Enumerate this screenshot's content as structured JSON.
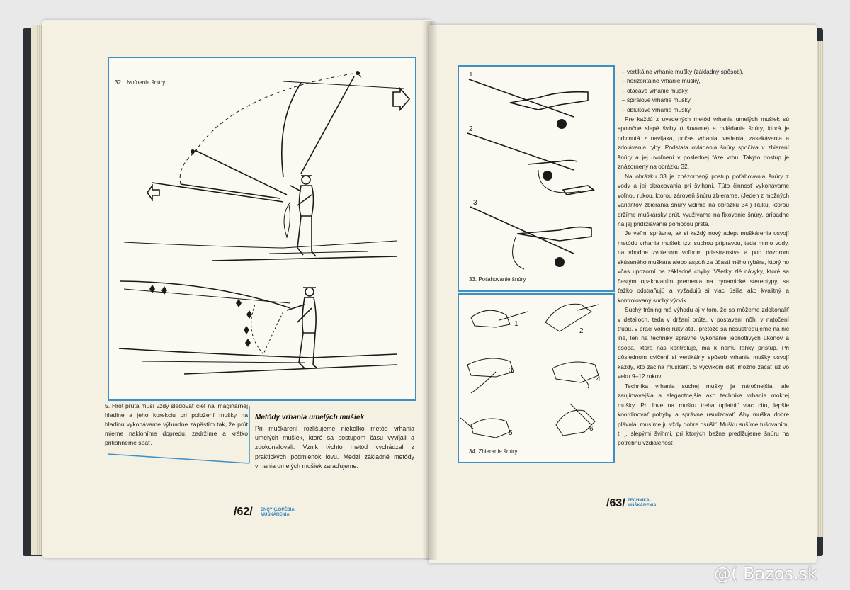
{
  "left_page": {
    "figure_32_label": "32. Uvoľnenie šnúry",
    "caption_5": "5. Hrot prúta musí vždy sledovať cieľ na imaginárnej hladine a jeho korekciu pri položení mušky na hladinu vykonávame výhradne zápästím tak, že prút mierne nakloníme dopredu, zadržíme a krátko pritiahneme späť.",
    "section_title": "Metódy vrhania umelých mušiek",
    "section_body": "Pri muškárení rozlišujeme niekoľko metód vrhania umelých mušiek, ktoré sa postupom času vyvíjali a zdokonaľovali. Vznik týchto metód vychádzal z praktických podmienok lovu. Medzi základné metódy vrhania umelých mušiek zaraďujeme:",
    "folio_number": "/62/",
    "folio_title_1": "ENCYKLOPÉDIA",
    "folio_title_2": "MUŠKÁRENIA"
  },
  "right_page": {
    "figure_33_label": "33. Poťahovanie šnúry",
    "figure_33_steps": [
      "1",
      "2",
      "3"
    ],
    "figure_34_label": "34. Zbieranie šnúry",
    "figure_34_steps": [
      "1",
      "2",
      "3",
      "4",
      "5",
      "6"
    ],
    "list": [
      "– vertikálne vrhanie mušky (základný spôsob),",
      "– horizontálne vrhanie mušky,",
      "– otáčavé vrhanie mušky,",
      "– špirálové vrhanie mušky,",
      "– oblúkové vrhanie mušky."
    ],
    "paragraphs": [
      "Pre každú z uvedených metód vrhania umelých mušiek sú spoločné slepé švihy (tušovanie) a ovládanie šnúry, ktorá je odvinutá z navijaka, počas vrhania, vedenia, zasekávania a zdolávania ryby. Podstata ovládania šnúry spočíva v zbieraní šnúry a jej uvoľnení v poslednej fáze vrhu. Takýto postup je znázornený na obrázku 32.",
      "Na obrázku 33 je znázornený postup poťahovania šnúry z vody a jej skracovania pri švihaní. Túto činnosť vykonávame voľnou rukou, ktorou zároveň šnúru zbierame. (Jeden z možných variantov zbierania šnúry vidíme na obrázku 34.) Ruku, ktorou držíme muškársky prút, využívame na fixovanie šnúry, prípadne na jej pridržiavanie pomocou prsta.",
      "Je veľmi správne, ak si každý nový adept muškárenia osvojí metódu vrhania mušiek tzv. suchou prípravou, teda mimo vody, na vhodne zvolenom voľnom priestranstve a pod dozorom skúseného muškára alebo aspoň za účasti iného rybára, ktorý ho včas upozorní na základné chyby. Všetky zlé návyky, ktoré sa častým opakovaním premenia na dynamické stereotypy, sa ťažko odstraňujú a vyžadujú si viac úsilia ako kvalitný a kontrolovaný suchý výcvik.",
      "Suchý tréning má výhodu aj v tom, že sa môžeme zdokonaliť v detailoch, teda v držaní prúta, v postavení nôh, v natočení trupu, v práci voľnej ruky atď., pretože sa nesústreďujeme na nič iné, len na techniky správne vykonanie jednotlivých úkonov a osoba, ktorá nás kontroluje, má k nemu ľahký prístup. Pri dôslednom cvičení si vertikálny spôsob vrhania mušky osvojí každý, kto začína muškáriť. S výcvikom detí možno začať už vo veku 9–12 rokov.",
      "Technika vrhania suchej mušky je náročnejšia, ale zaujímavejšia a elegantnejšia ako technika vrhania mokrej mušky. Pri love na mušku treba uplatniť viac citu, lepšie koordinovať pohyby a správne usudzovať. Aby muška dobre plávala, musíme ju vždy dobre osušiť. Mušku sušíme tušovaním, t. j. slepými švihmi, pri ktorých bežne predlžujeme šnúru na potrebnú vzdialenosť."
    ],
    "folio_number": "/63/",
    "folio_title_1": "TECHNIKA",
    "folio_title_2": "MUŠKÁRENIA"
  },
  "watermark": "@( Bazos.sk",
  "colors": {
    "frame_blue": "#3f8fc4",
    "paper": "#f4f0e2",
    "cover": "#2b2f36"
  }
}
